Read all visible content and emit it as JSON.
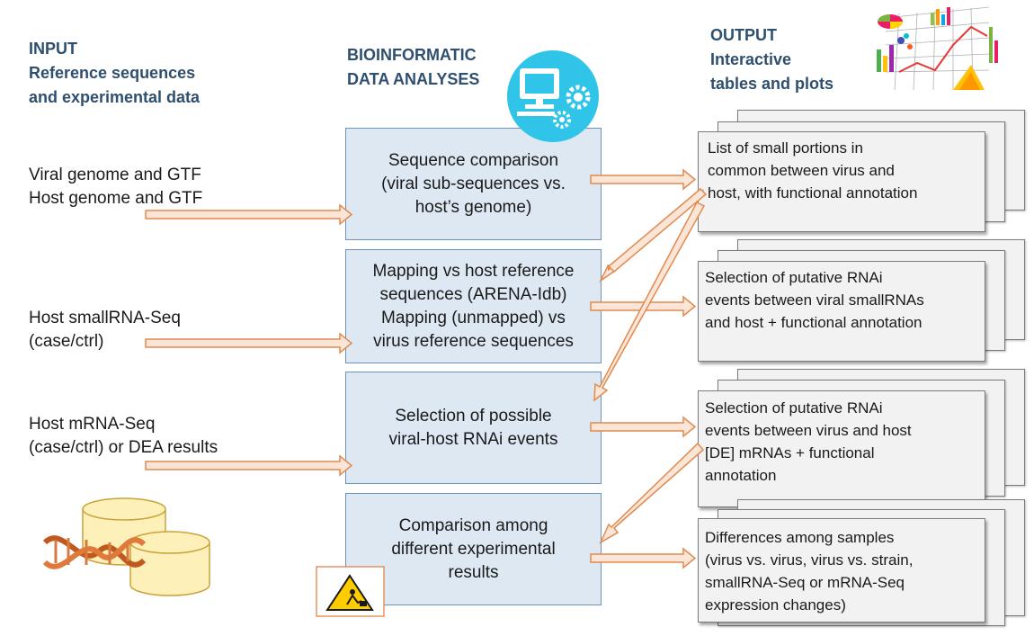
{
  "headers": {
    "input": [
      "INPUT",
      "Reference sequences",
      "and experimental data"
    ],
    "analyses": [
      "BIOINFORMATIC",
      "DATA ANALYSES"
    ],
    "output": [
      "OUTPUT",
      "Interactive",
      "tables and plots"
    ]
  },
  "inputs": [
    {
      "lines": [
        "Viral genome and GTF",
        "Host genome and GTF"
      ]
    },
    {
      "lines": [
        "Host smallRNA-Seq",
        "(case/ctrl)"
      ]
    },
    {
      "lines": [
        "Host mRNA-Seq",
        "(case/ctrl) or DEA results"
      ]
    }
  ],
  "analyses": [
    {
      "lines": [
        "Sequence comparison",
        "(viral sub-sequences vs.",
        "host’s genome)"
      ]
    },
    {
      "lines": [
        "Mapping vs host reference",
        "sequences (ARENA-Idb)",
        "Mapping (unmapped) vs",
        "virus reference sequences"
      ]
    },
    {
      "lines": [
        "Selection of possible",
        "viral-host RNAi events"
      ]
    },
    {
      "lines": [
        "Comparison among",
        "different experimental",
        "results"
      ]
    }
  ],
  "outputs": [
    {
      "lines": [
        "List of small portions in",
        "common between virus and",
        "host, with functional annotation"
      ]
    },
    {
      "lines": [
        "Selection of putative RNAi",
        "events between viral smallRNAs",
        "and host + functional annotation"
      ]
    },
    {
      "lines": [
        "Selection of putative RNAi",
        "events between virus and host",
        "[DE] mRNAs + functional",
        "annotation"
      ]
    },
    {
      "lines": [
        "Differences among samples",
        "(virus vs. virus, virus vs. strain,",
        "smallRNA-Seq or mRNA-Seq",
        "expression changes)"
      ]
    }
  ],
  "icons": [
    "computer-gears-icon",
    "charts-collage-icon",
    "dna-database-icon",
    "under-construction-icon"
  ],
  "colors": {
    "header": "#2f4f6f",
    "box_fill": "#dde8f2",
    "box_border": "#6e93b8",
    "arrow_fill": "#fbe5d6",
    "arrow_stroke": "#e08a50",
    "sheet_fill": "#f2f2f2",
    "computer_icon": "#2fc4e8"
  }
}
